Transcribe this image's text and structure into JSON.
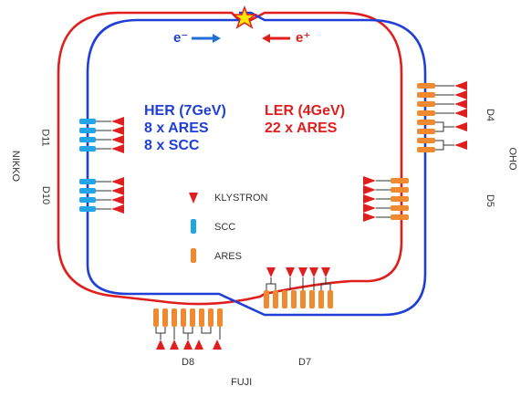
{
  "colors": {
    "her": "#1f3fd6",
    "ler": "#e01e1e",
    "ares": "#f08a30",
    "scc": "#1ea6e8",
    "klystron": "#e01e1e",
    "star": "#ffe600"
  },
  "beams": {
    "electron": "e⁻",
    "positron": "e⁺"
  },
  "rings": {
    "her": {
      "name": "HER (7GeV)",
      "ares": "8 x ARES",
      "scc": "8 x SCC"
    },
    "ler": {
      "name": "LER (4GeV)",
      "ares": "22 x ARES"
    }
  },
  "legend": {
    "klystron": "KLYSTRON",
    "scc": "SCC",
    "ares": "ARES"
  },
  "sections": {
    "d4": "D4",
    "d5": "D5",
    "d7": "D7",
    "d8": "D8",
    "d10": "D10",
    "d11": "D11"
  },
  "areas": {
    "nikko": "NIKKO",
    "oho": "OHO",
    "fuji": "FUJI"
  }
}
